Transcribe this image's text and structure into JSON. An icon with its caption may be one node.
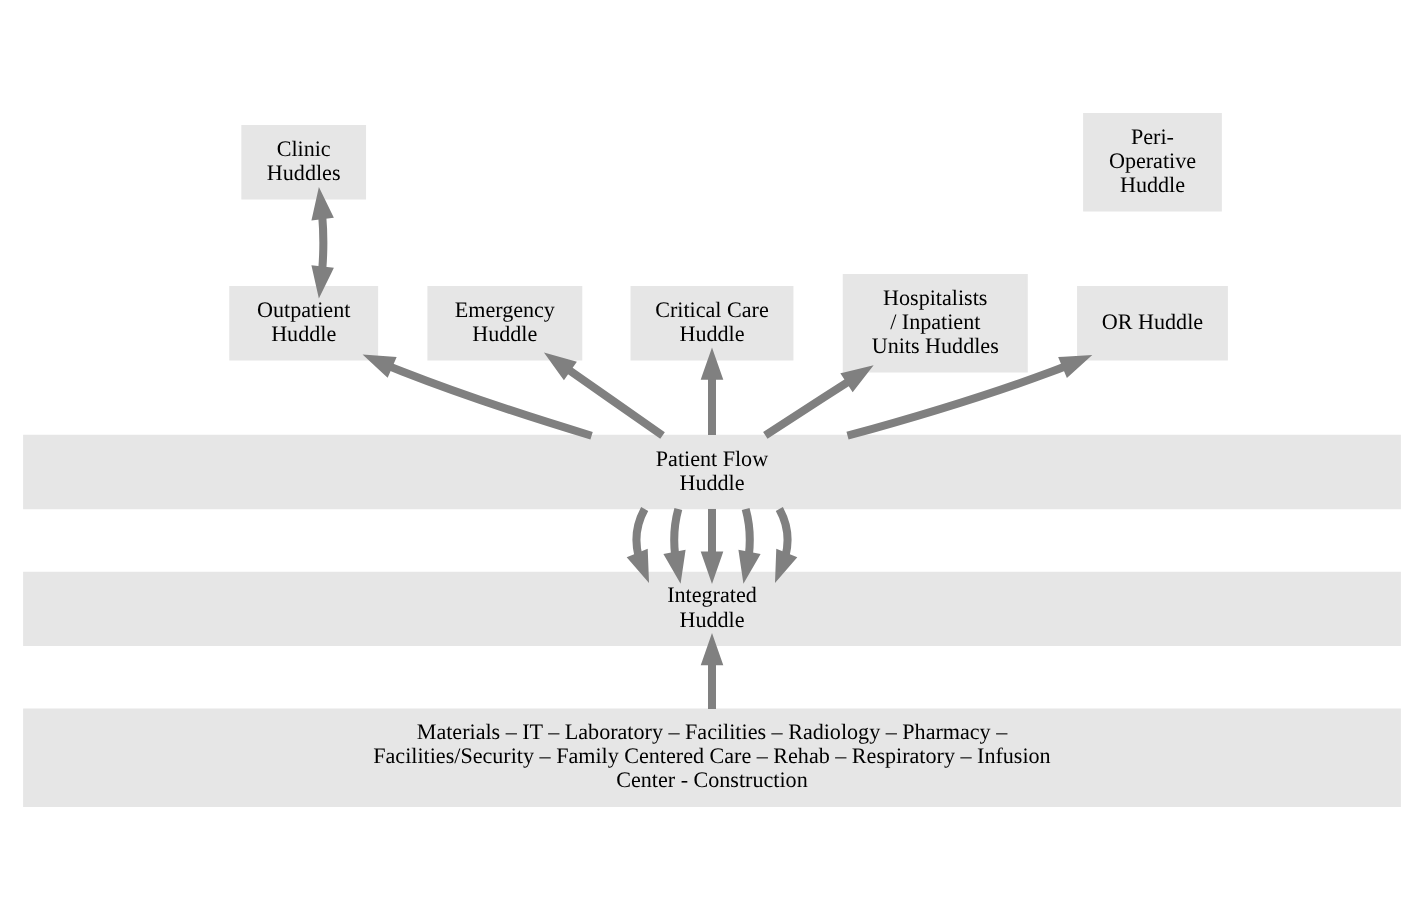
{
  "diagram": {
    "nodes": [
      {
        "text": [
          "Clinic Huddles"
        ]
      },
      {
        "text": [
          "Peri-Operative Huddle"
        ]
      },
      {
        "text": [
          "Emergency Huddle"
        ]
      },
      {
        "text": [
          "Critical Care Huddle"
        ]
      },
      {
        "text": [
          "Outpatient Huddle"
        ]
      },
      {
        "text": [
          "Hospitalists / Inpatient Units Huddles"
        ]
      },
      {
        "text": [
          "OR Huddle"
        ]
      },
      {
        "text": [
          "Patient Flow Huddle"
        ]
      },
      {
        "text": [
          "Integrated Huddle"
        ]
      },
      {
        "text": [
          "Materials – IT – Laboratory – Facilities – Radiology – Pharmacy – Facilities/Security – Family Centered Care – Rehab – Respiratory – Infusion Center - Construction"
        ]
      }
    ],
    "edges": [
      {
        "from": 4,
        "to": 0,
        "arrow": "both"
      },
      {
        "from": 7,
        "to": 2,
        "arrow": "to"
      },
      {
        "from": 7,
        "to": 3,
        "arrow": "to"
      },
      {
        "from": 7,
        "to": 4,
        "arrow": "to"
      },
      {
        "from": 7,
        "to": 5,
        "arrow": "to"
      },
      {
        "from": 7,
        "to": 6,
        "arrow": "to"
      },
      {
        "from": 7,
        "to": 8,
        "arrow": "to"
      },
      {
        "from": 7,
        "to": 8,
        "arrow": "to"
      },
      {
        "from": 7,
        "to": 8,
        "arrow": "to"
      },
      {
        "from": 7,
        "to": 8,
        "arrow": "to"
      },
      {
        "from": 7,
        "to": 8,
        "arrow": "to"
      },
      {
        "from": 9,
        "to": 8,
        "arrow": "to"
      }
    ]
  }
}
